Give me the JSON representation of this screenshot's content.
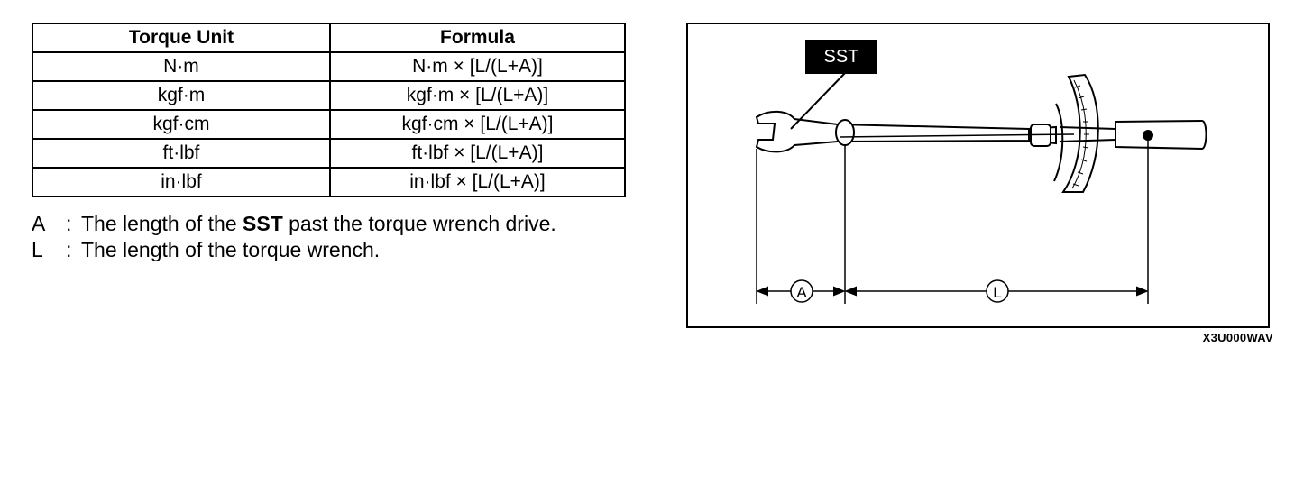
{
  "table": {
    "headers": [
      "Torque Unit",
      "Formula"
    ],
    "rows": [
      [
        "N·m",
        "N·m × [L/(L+A)]"
      ],
      [
        "kgf·m",
        "kgf·m × [L/(L+A)]"
      ],
      [
        "kgf·cm",
        "kgf·cm × [L/(L+A)]"
      ],
      [
        "ft·lbf",
        "ft·lbf × [L/(L+A)]"
      ],
      [
        "in·lbf",
        "in·lbf × [L/(L+A)]"
      ]
    ]
  },
  "notes": {
    "a_key": "A",
    "a_text_pre": "The length of the ",
    "a_text_bold": "SST",
    "a_text_post": " past the torque wrench drive.",
    "l_key": "L",
    "l_text": "The length of the torque wrench.",
    "colon": ":"
  },
  "figure": {
    "sst_label": "SST",
    "dim_a_label": "A",
    "dim_l_label": "L",
    "code": "X3U000WAV"
  }
}
